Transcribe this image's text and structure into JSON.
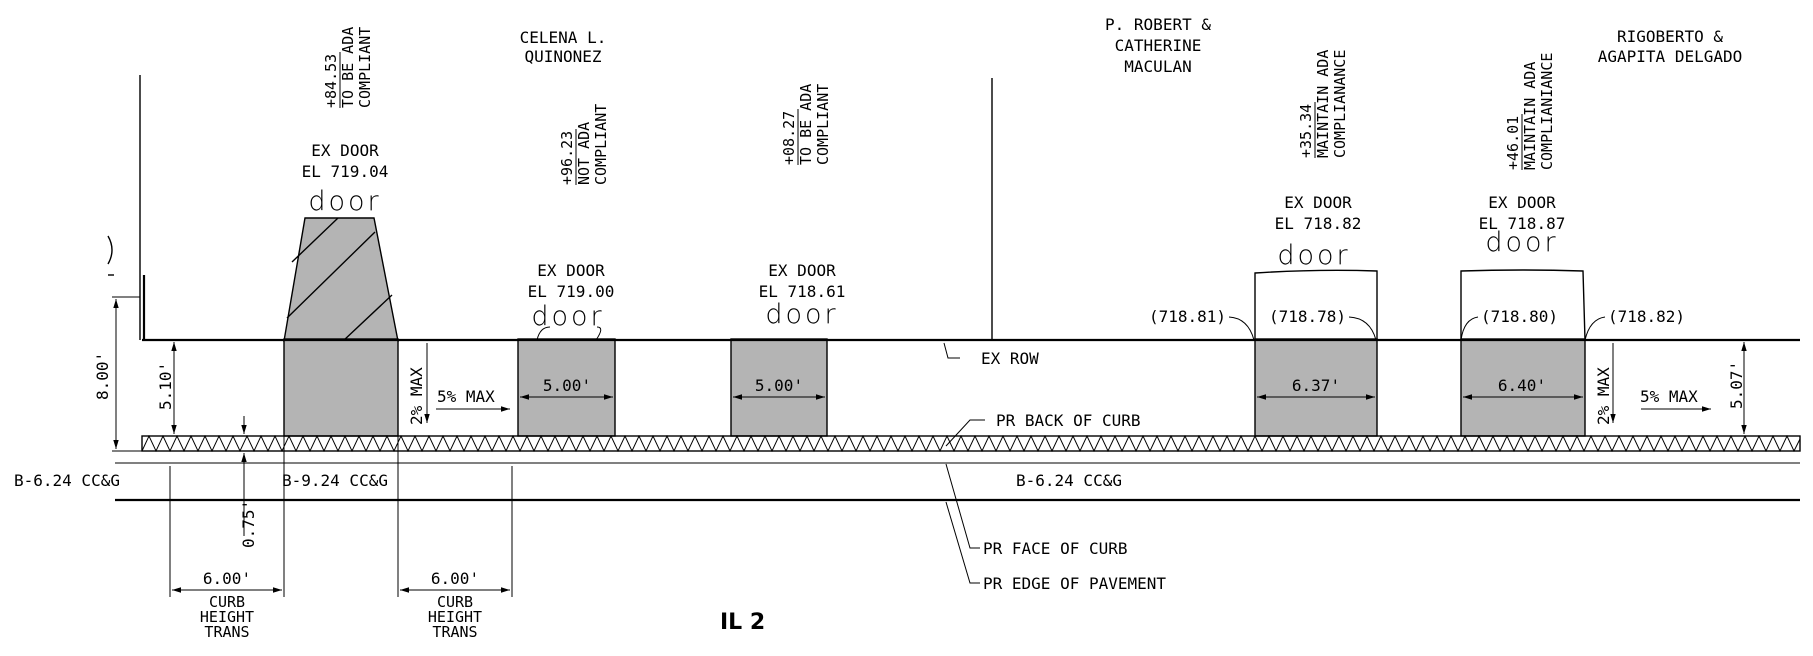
{
  "title": "IL 2",
  "owners": {
    "o1": [
      "CELENA L.",
      "QUINONEZ"
    ],
    "o2": [
      "P. ROBERT &",
      "CATHERINE",
      "MACULAN"
    ],
    "o3": [
      "RIGOBERTO &",
      "AGAPITA DELGADO"
    ]
  },
  "stations": {
    "s1": [
      "+84.53",
      "TO BE ADA",
      "COMPLIANT"
    ],
    "s2": [
      "+96.23",
      "NOT ADA",
      "COMPLIANT"
    ],
    "s3": [
      "+08.27",
      "TO BE ADA",
      "COMPLIANT"
    ],
    "s4": [
      "+35.34",
      "MAINTAIN ADA",
      "COMPLIANANCE"
    ],
    "s5": [
      "+46.01",
      "MAINTAIN ADA",
      "COMPLIANIANCE"
    ]
  },
  "doors": {
    "d1": [
      "EX DOOR",
      "EL 719.04"
    ],
    "d2": [
      "EX DOOR",
      "EL 719.00"
    ],
    "d3": [
      "EX DOOR",
      "EL 718.61"
    ],
    "d4": [
      "EX DOOR",
      "EL 718.82"
    ],
    "d5": [
      "EX DOOR",
      "EL 718.87"
    ],
    "door_word": "door"
  },
  "elevations": [
    "(718.81)",
    "(718.78)",
    "(718.80)",
    "(718.82)"
  ],
  "widths": [
    "5.00'",
    "5.00'",
    "6.37'",
    "6.40'"
  ],
  "dims": {
    "h800": "8.00'",
    "h510": "5.10'",
    "h507": "5.07'",
    "d075": "0.75'",
    "c600a": "6.00'",
    "c600b": "6.00'",
    "slope_left": "2% MAX",
    "slope_right": "2% MAX",
    "cross_left": "5% MAX",
    "cross_right": "5% MAX"
  },
  "curb_trans": {
    "a": [
      "CURB",
      "HEIGHT",
      "TRANS"
    ],
    "b": [
      "CURB",
      "HEIGHT",
      "TRANS"
    ]
  },
  "labels": {
    "ex_row": "EX ROW",
    "back_curb": "PR BACK OF CURB",
    "face_curb": "PR FACE OF CURB",
    "edge_pave": "PR EDGE OF PAVEMENT",
    "cc1": "B-6.24 CC&G",
    "cc2": "B-9.24 CC&G",
    "cc3": "B-6.24 CC&G"
  }
}
